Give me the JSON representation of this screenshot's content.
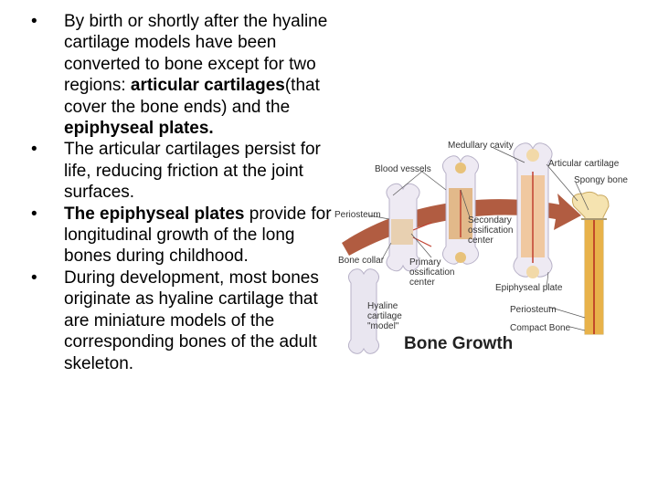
{
  "bullets": [
    {
      "parts": [
        {
          "text": "By birth or shortly after the hyaline cartilage models have been converted to bone except for two regions: ",
          "bold": false
        },
        {
          "text": "articular cartilages",
          "bold": true
        },
        {
          "text": "(that cover the bone ends) and the ",
          "bold": false
        },
        {
          "text": "epiphyseal plates.",
          "bold": true
        }
      ]
    },
    {
      "parts": [
        {
          "text": "The articular cartilages persist for life, reducing friction at the joint surfaces.",
          "bold": false
        }
      ]
    },
    {
      "parts": [
        {
          "text": "The epiphyseal plates",
          "bold": true
        },
        {
          "text": " provide for longitudinal growth of the long bones during childhood.",
          "bold": false
        }
      ]
    },
    {
      "parts": [
        {
          "text": "During development, most bones originate as hyaline cartilage that are miniature models of the corresponding bones of the adult skeleton.",
          "bold": false
        }
      ]
    }
  ],
  "figure": {
    "title": "Bone Growth",
    "labels": {
      "medullary_cavity": "Medullary cavity",
      "blood_vessels": "Blood vessels",
      "articular_cartilage": "Articular cartilage",
      "spongy_bone": "Spongy bone",
      "periosteum_left": "Periosteum",
      "secondary_ossification_center": "Secondary\nossification\ncenter",
      "bone_collar": "Bone collar",
      "primary_ossification_center": "Primary\nossification\ncenter",
      "epiphyseal_plate": "Epiphyseal plate",
      "hyaline_cartilage_model": "Hyaline\ncartilage\n\"model\"",
      "periosteum_right": "Periosteum",
      "compact_bone": "Compact Bone"
    }
  }
}
